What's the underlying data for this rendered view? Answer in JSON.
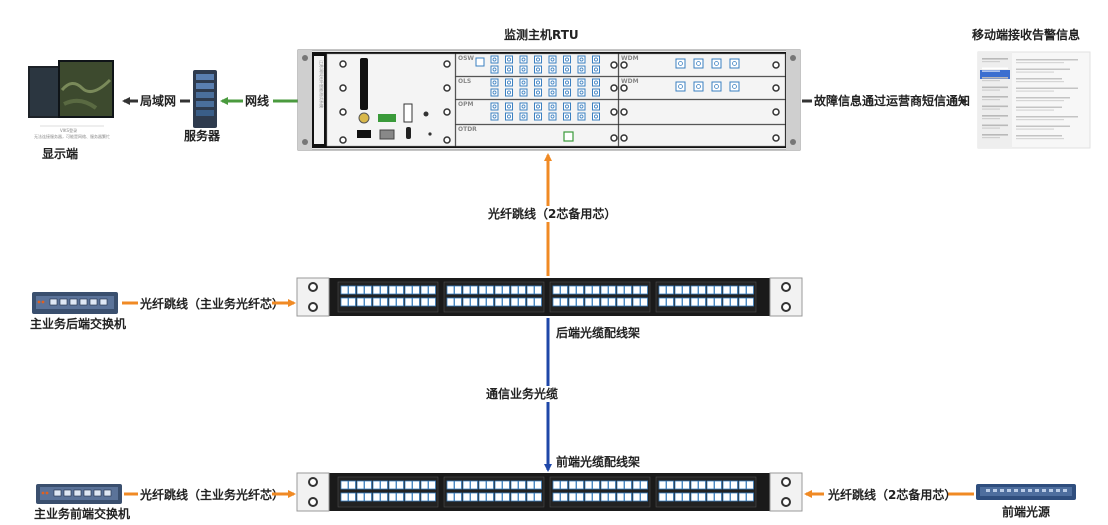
{
  "rtu": {
    "title": "监测主机RTU",
    "vertical_label": "江苏润科光纤智能测试系统",
    "modules": [
      "OSW",
      "OLS",
      "OPM",
      "OTDR"
    ],
    "wdm_label": "WDM"
  },
  "display": {
    "label": "显示端",
    "screen_title": "VIKS登录",
    "screen_sub": "无法连接服务器，可能是网络、服务器繁忙"
  },
  "lan": {
    "label": "局域网"
  },
  "server": {
    "label": "服务器"
  },
  "ethernet": {
    "label": "网线"
  },
  "sms": {
    "label": "故障信息通过运营商短信通知"
  },
  "mobile": {
    "label": "移动端接收告警信息"
  },
  "jumper_spare_top": {
    "label": "光纤跳线（2芯备用芯）"
  },
  "back_odf": {
    "label": "后端光缆配线架"
  },
  "back_switch": {
    "label": "主业务后端交换机"
  },
  "jumper_main_back": {
    "label": "光纤跳线（主业务光纤芯）"
  },
  "cable": {
    "label": "通信业务光缆"
  },
  "front_odf": {
    "label": "前端光缆配线架"
  },
  "front_switch": {
    "label": "主业务前端交换机"
  },
  "jumper_main_front": {
    "label": "光纤跳线（主业务光纤芯）"
  },
  "jumper_spare_bottom": {
    "label": "光纤跳线（2芯备用芯）"
  },
  "light_source": {
    "label": "前端光源"
  },
  "colors": {
    "green_link": "#4a9a3e",
    "orange_link": "#f08a24",
    "blue_link": "#1f47a8",
    "dark_link": "#333333"
  }
}
